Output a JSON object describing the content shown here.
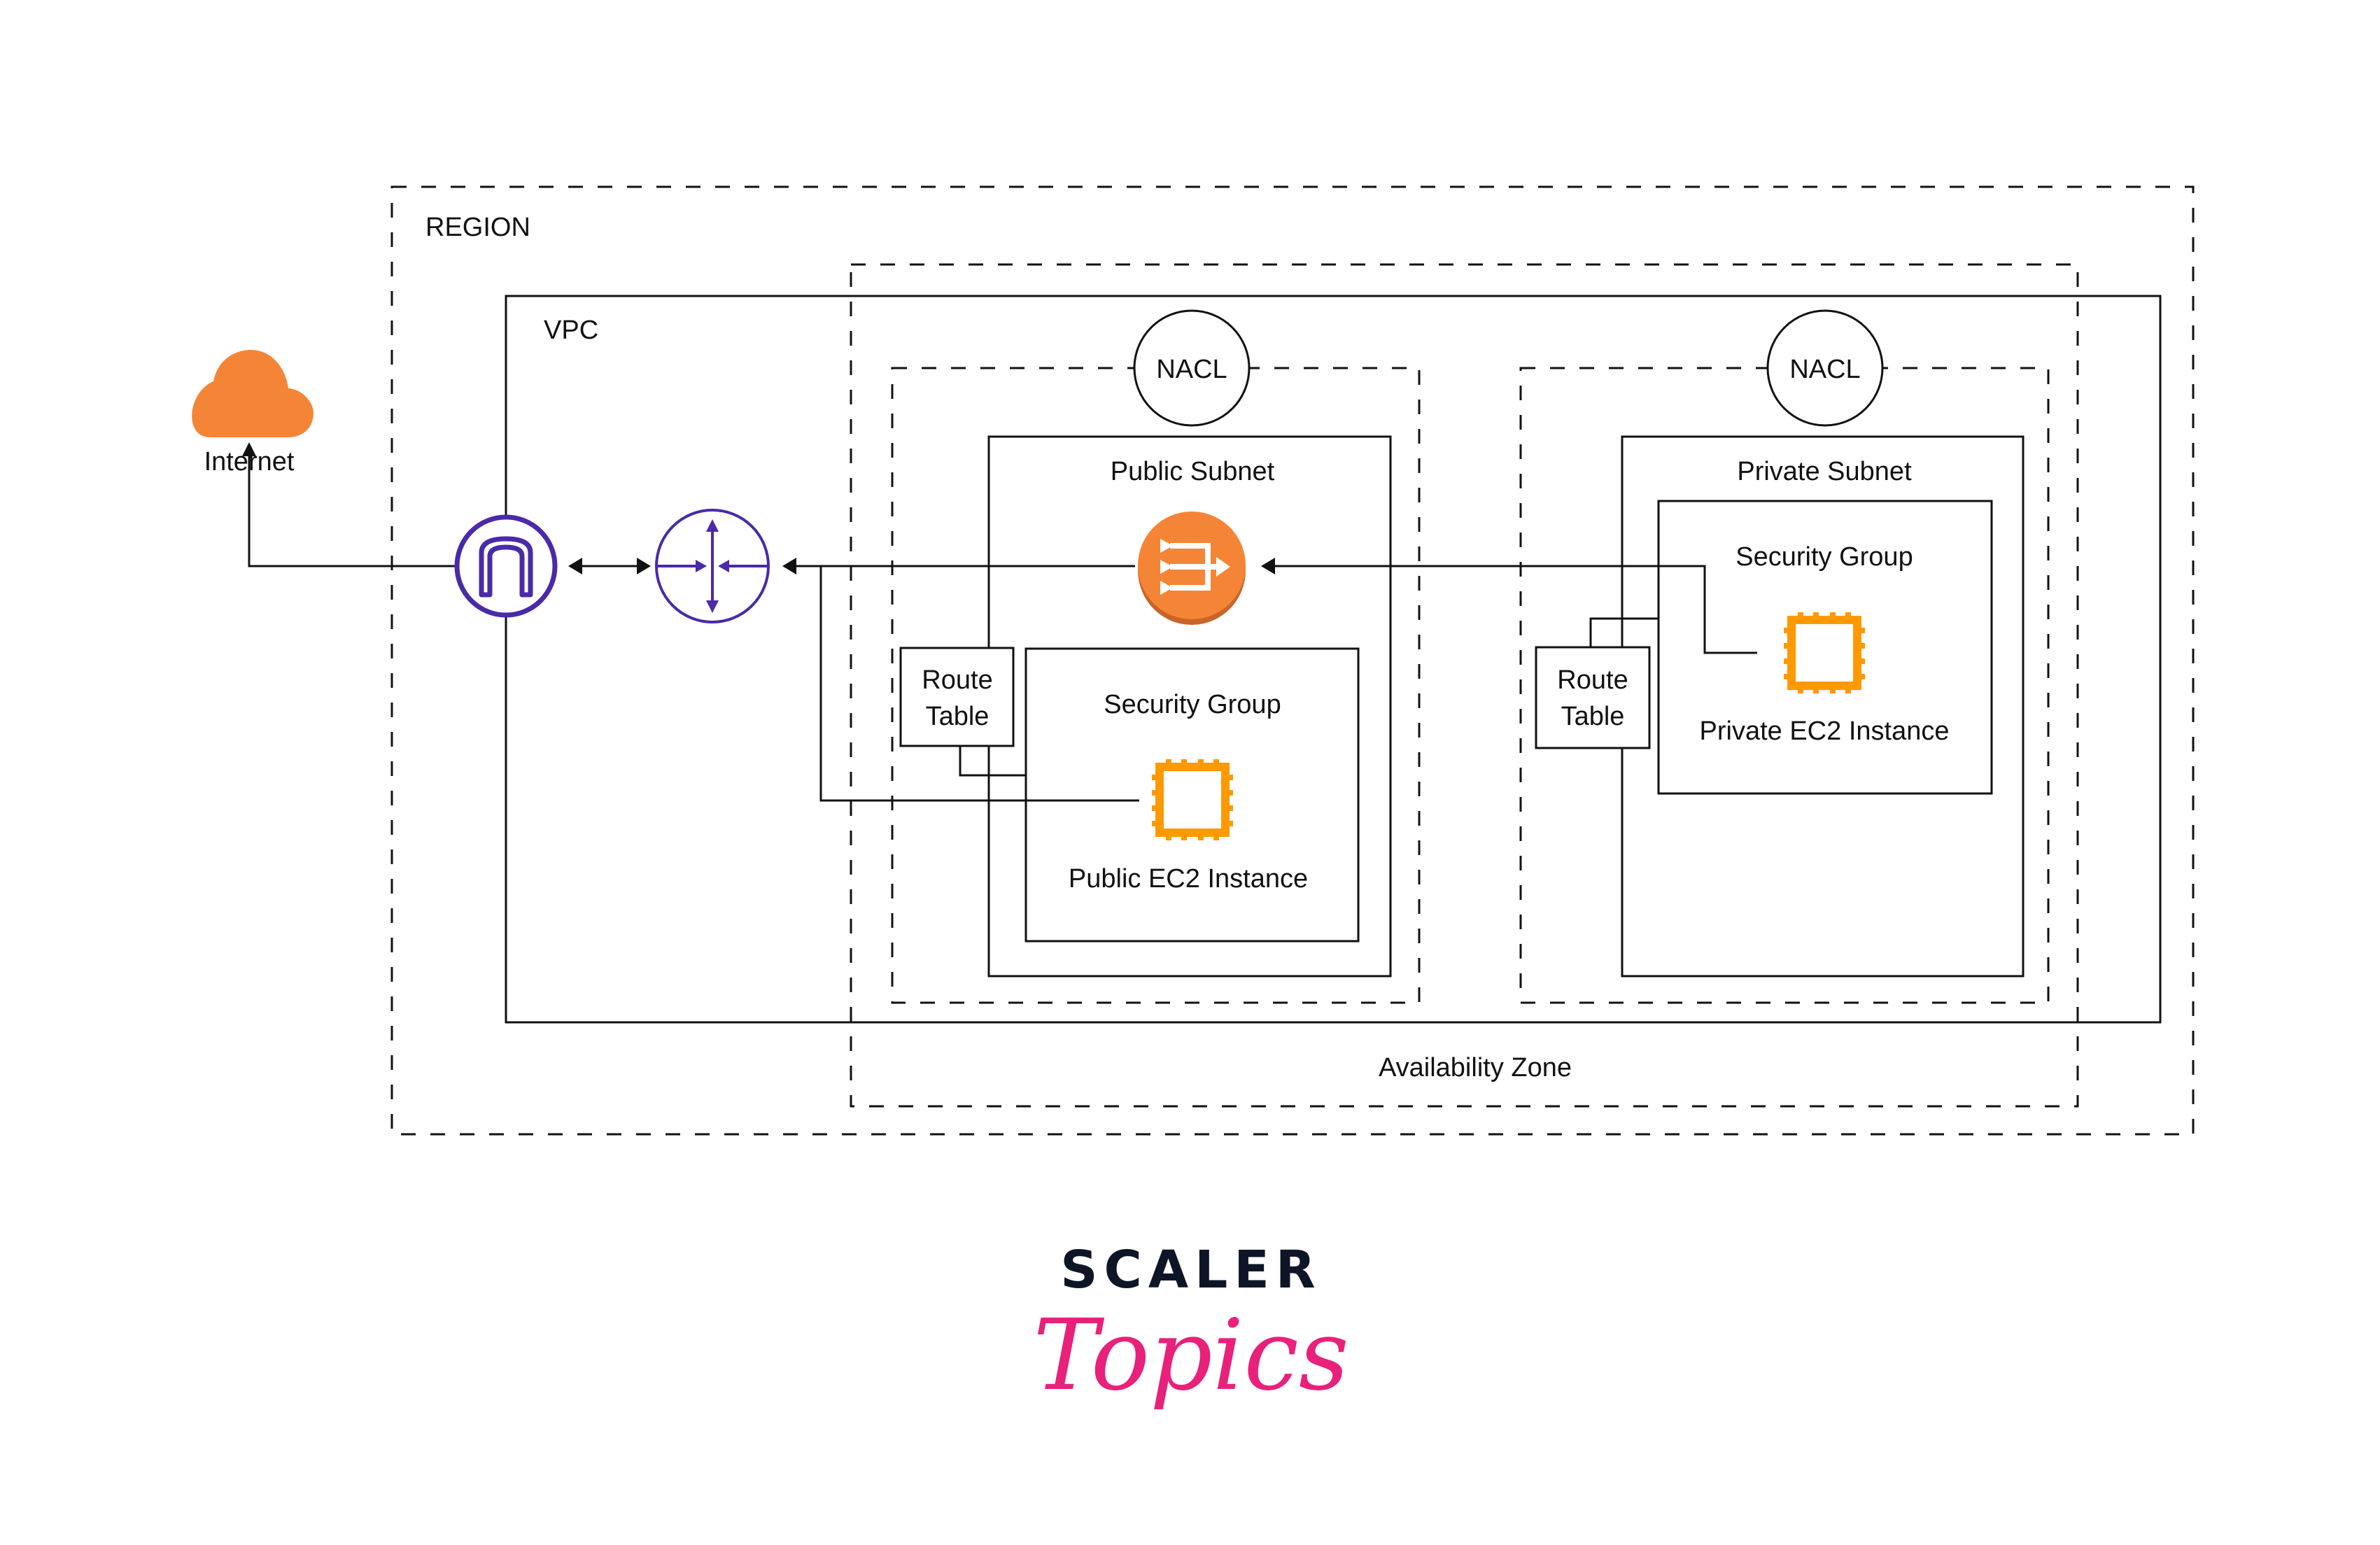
{
  "diagram": {
    "title": "AWS VPC architecture with public and private subnets",
    "labels": {
      "region": "REGION",
      "vpc": "VPC",
      "internet": "Internet",
      "availability_zone": "Availability Zone",
      "public_nacl": "NACL",
      "private_nacl": "NACL",
      "public_subnet": "Public Subnet",
      "private_subnet": "Private Subnet",
      "public_security_group": "Security Group",
      "private_security_group": "Security Group",
      "public_route_table_line1": "Route",
      "public_route_table_line2": "Table",
      "private_route_table_line1": "Route",
      "private_route_table_line2": "Table",
      "public_ec2": "Public EC2 Instance",
      "private_ec2": "Private EC2 Instance"
    },
    "icons": {
      "internet": "cloud-icon",
      "internet_gateway": "internet-gateway-icon",
      "router": "router-icon",
      "nat_gateway": "nat-gateway-icon",
      "public_ec2": "ec2-chip-icon",
      "private_ec2": "ec2-chip-icon"
    },
    "connections": [
      {
        "from": "Internet Gateway",
        "to": "Internet",
        "arrow": "to"
      },
      {
        "from": "Internet Gateway",
        "to": "Router",
        "arrow": "both"
      },
      {
        "from": "NAT Gateway",
        "to": "Router",
        "arrow": "to"
      },
      {
        "from": "Public EC2 Instance",
        "to": "Router",
        "arrow": "to"
      },
      {
        "from": "Private EC2 Instance",
        "to": "NAT Gateway",
        "arrow": "to"
      },
      {
        "from": "Public Route Table",
        "to": "Public Security Group",
        "arrow": "none"
      },
      {
        "from": "Private Route Table",
        "to": "Private Security Group",
        "arrow": "none"
      }
    ],
    "colors": {
      "aws_orange": "#F58536",
      "ec2_orange": "#FF9900",
      "network_purple": "#4A2AA8",
      "line": "#111111"
    }
  },
  "logo": {
    "brand": "SCALER",
    "product": "Topics",
    "brand_color": "#0E1526",
    "product_color": "#E8217A"
  }
}
